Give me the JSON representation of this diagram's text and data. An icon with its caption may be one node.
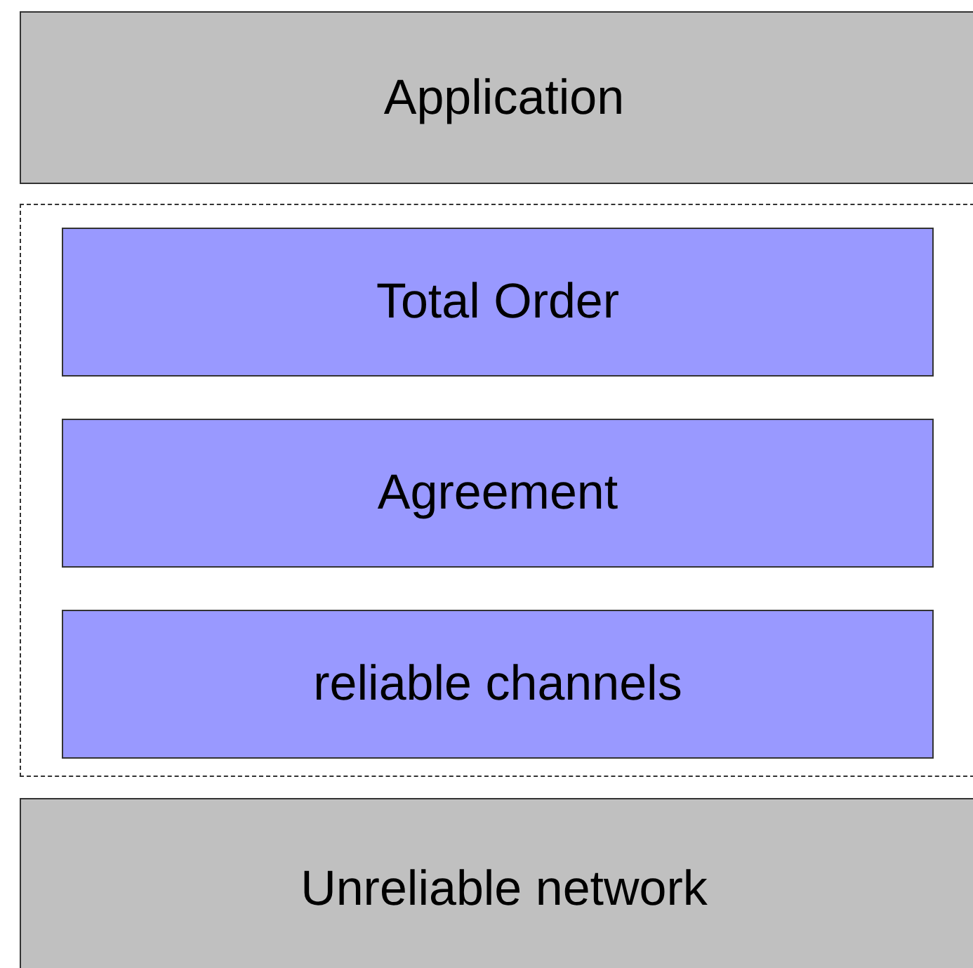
{
  "diagram": {
    "nodes": [
      {
        "text": [
          "Application"
        ]
      },
      {
        "text": [],
        "shape": "box"
      },
      {
        "text": [
          "Total Order"
        ],
        "in": 1
      },
      {
        "text": [
          "Agreement"
        ],
        "in": 1
      },
      {
        "text": [
          "reliable channels"
        ],
        "in": 1
      },
      {
        "text": [
          "Unreliable network"
        ]
      }
    ]
  }
}
